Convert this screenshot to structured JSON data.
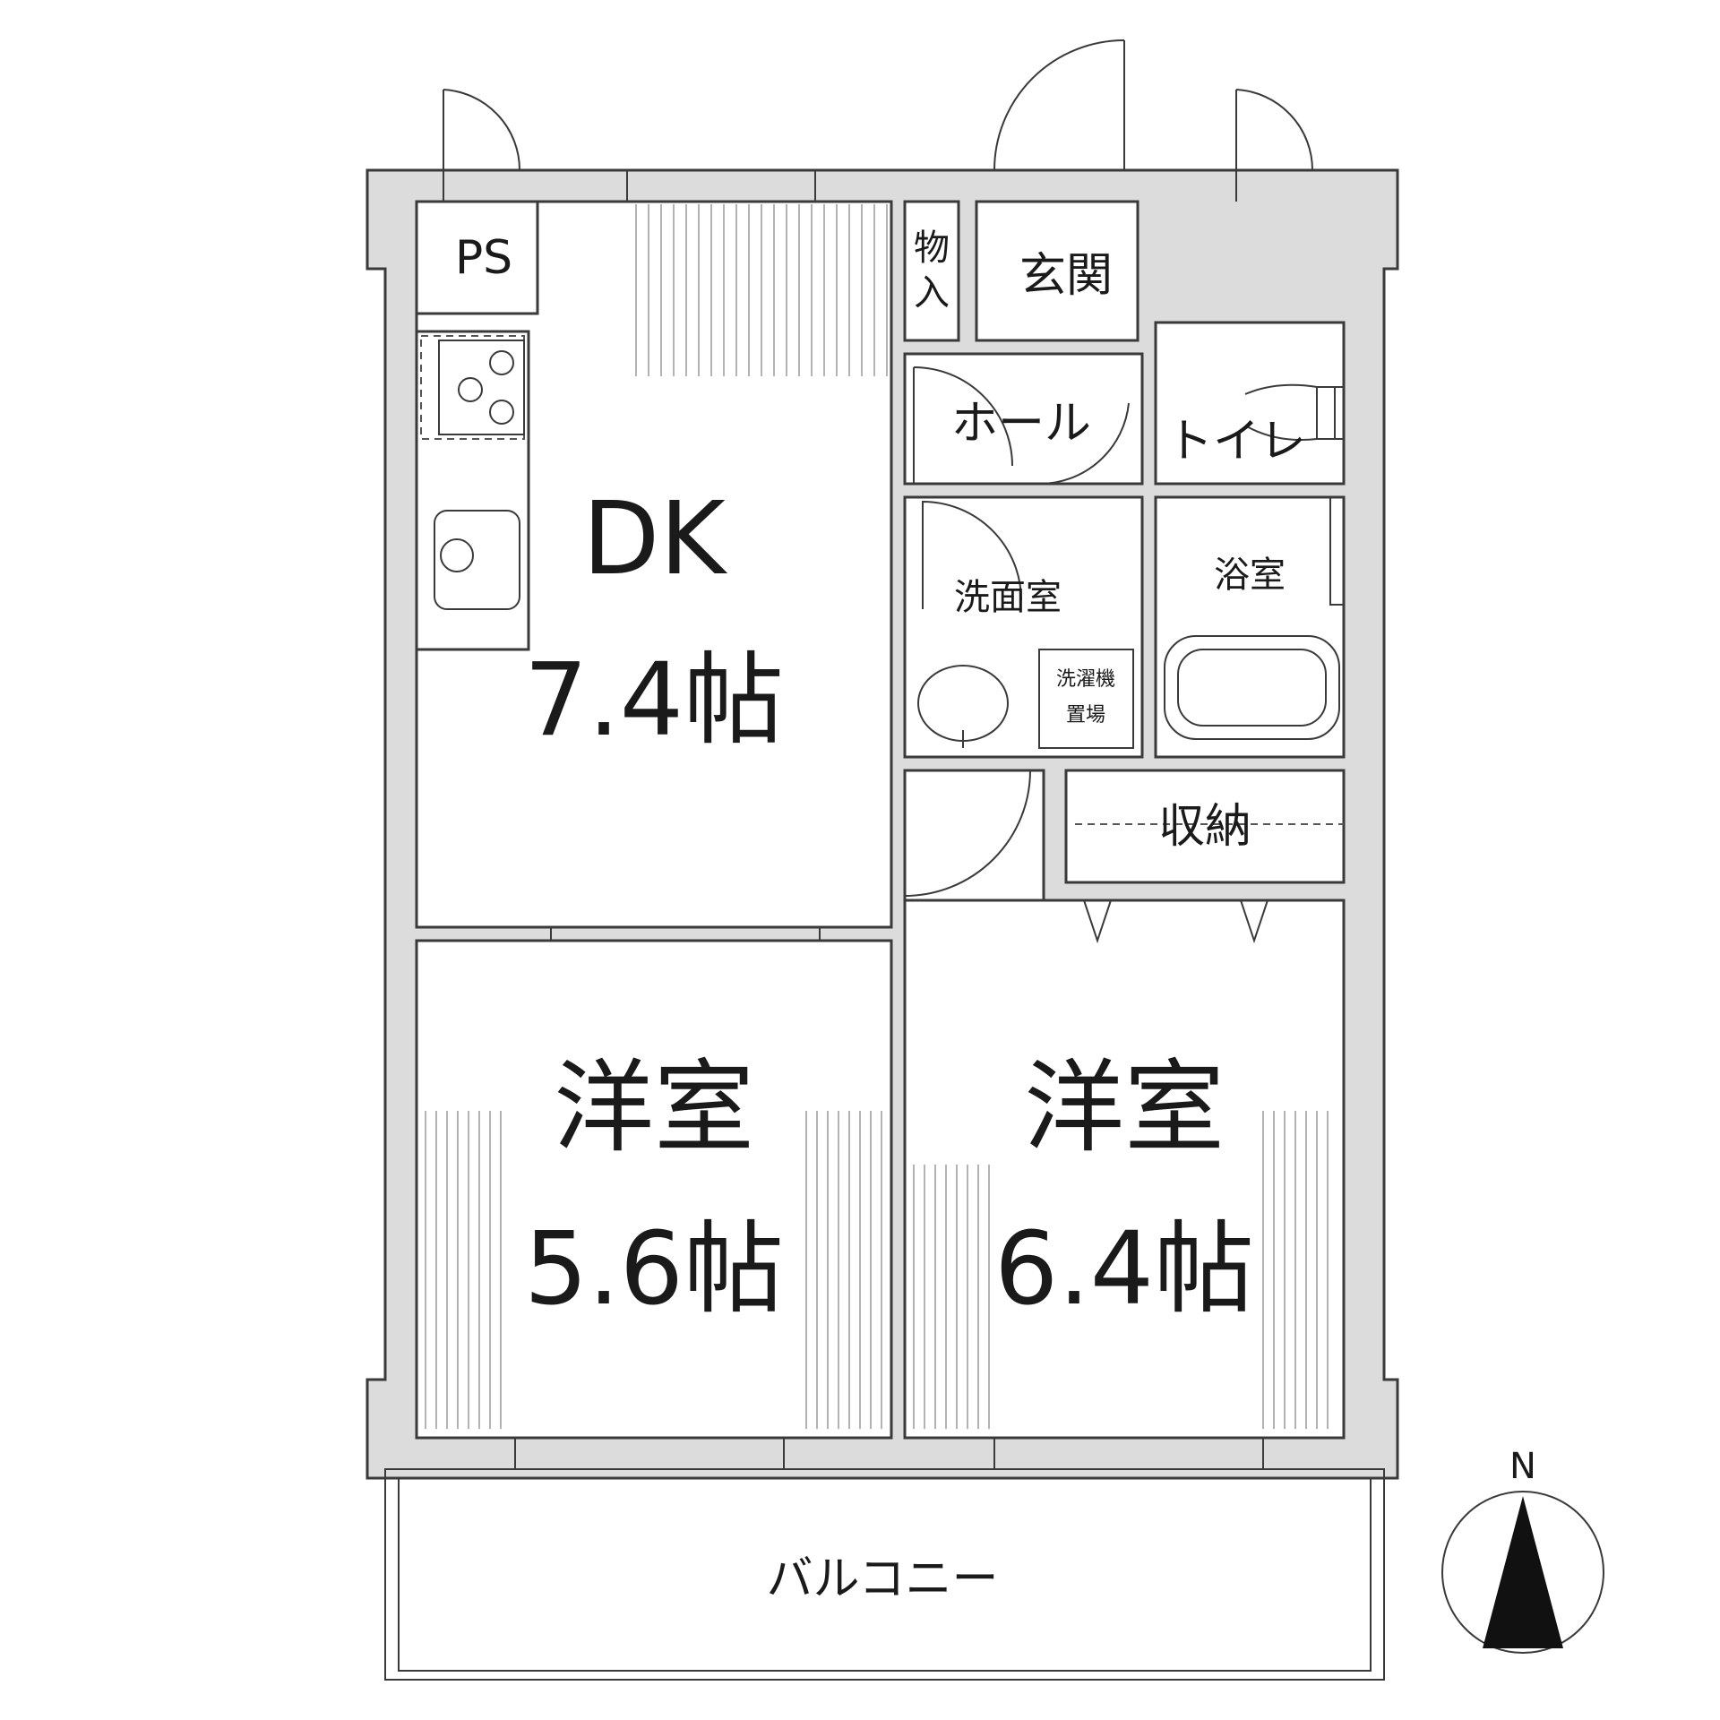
{
  "rooms": {
    "ps": "PS",
    "storage_small_1": "物",
    "storage_small_2": "入",
    "entrance": "玄関",
    "hall": "ホール",
    "toilet": "トイレ",
    "dk_name": "DK",
    "dk_size": "7.4帖",
    "washroom": "洗面室",
    "bathroom": "浴室",
    "washer_1": "洗濯機",
    "washer_2": "置場",
    "closet": "収納",
    "western_a_name": "洋室",
    "western_a_size": "5.6帖",
    "western_b_name": "洋室",
    "western_b_size": "6.4帖",
    "balcony": "バルコニー"
  },
  "compass": {
    "north_label": "N"
  },
  "colors": {
    "wall": "#dcdcdc",
    "line": "#3a3a3a",
    "background": "#ffffff"
  }
}
